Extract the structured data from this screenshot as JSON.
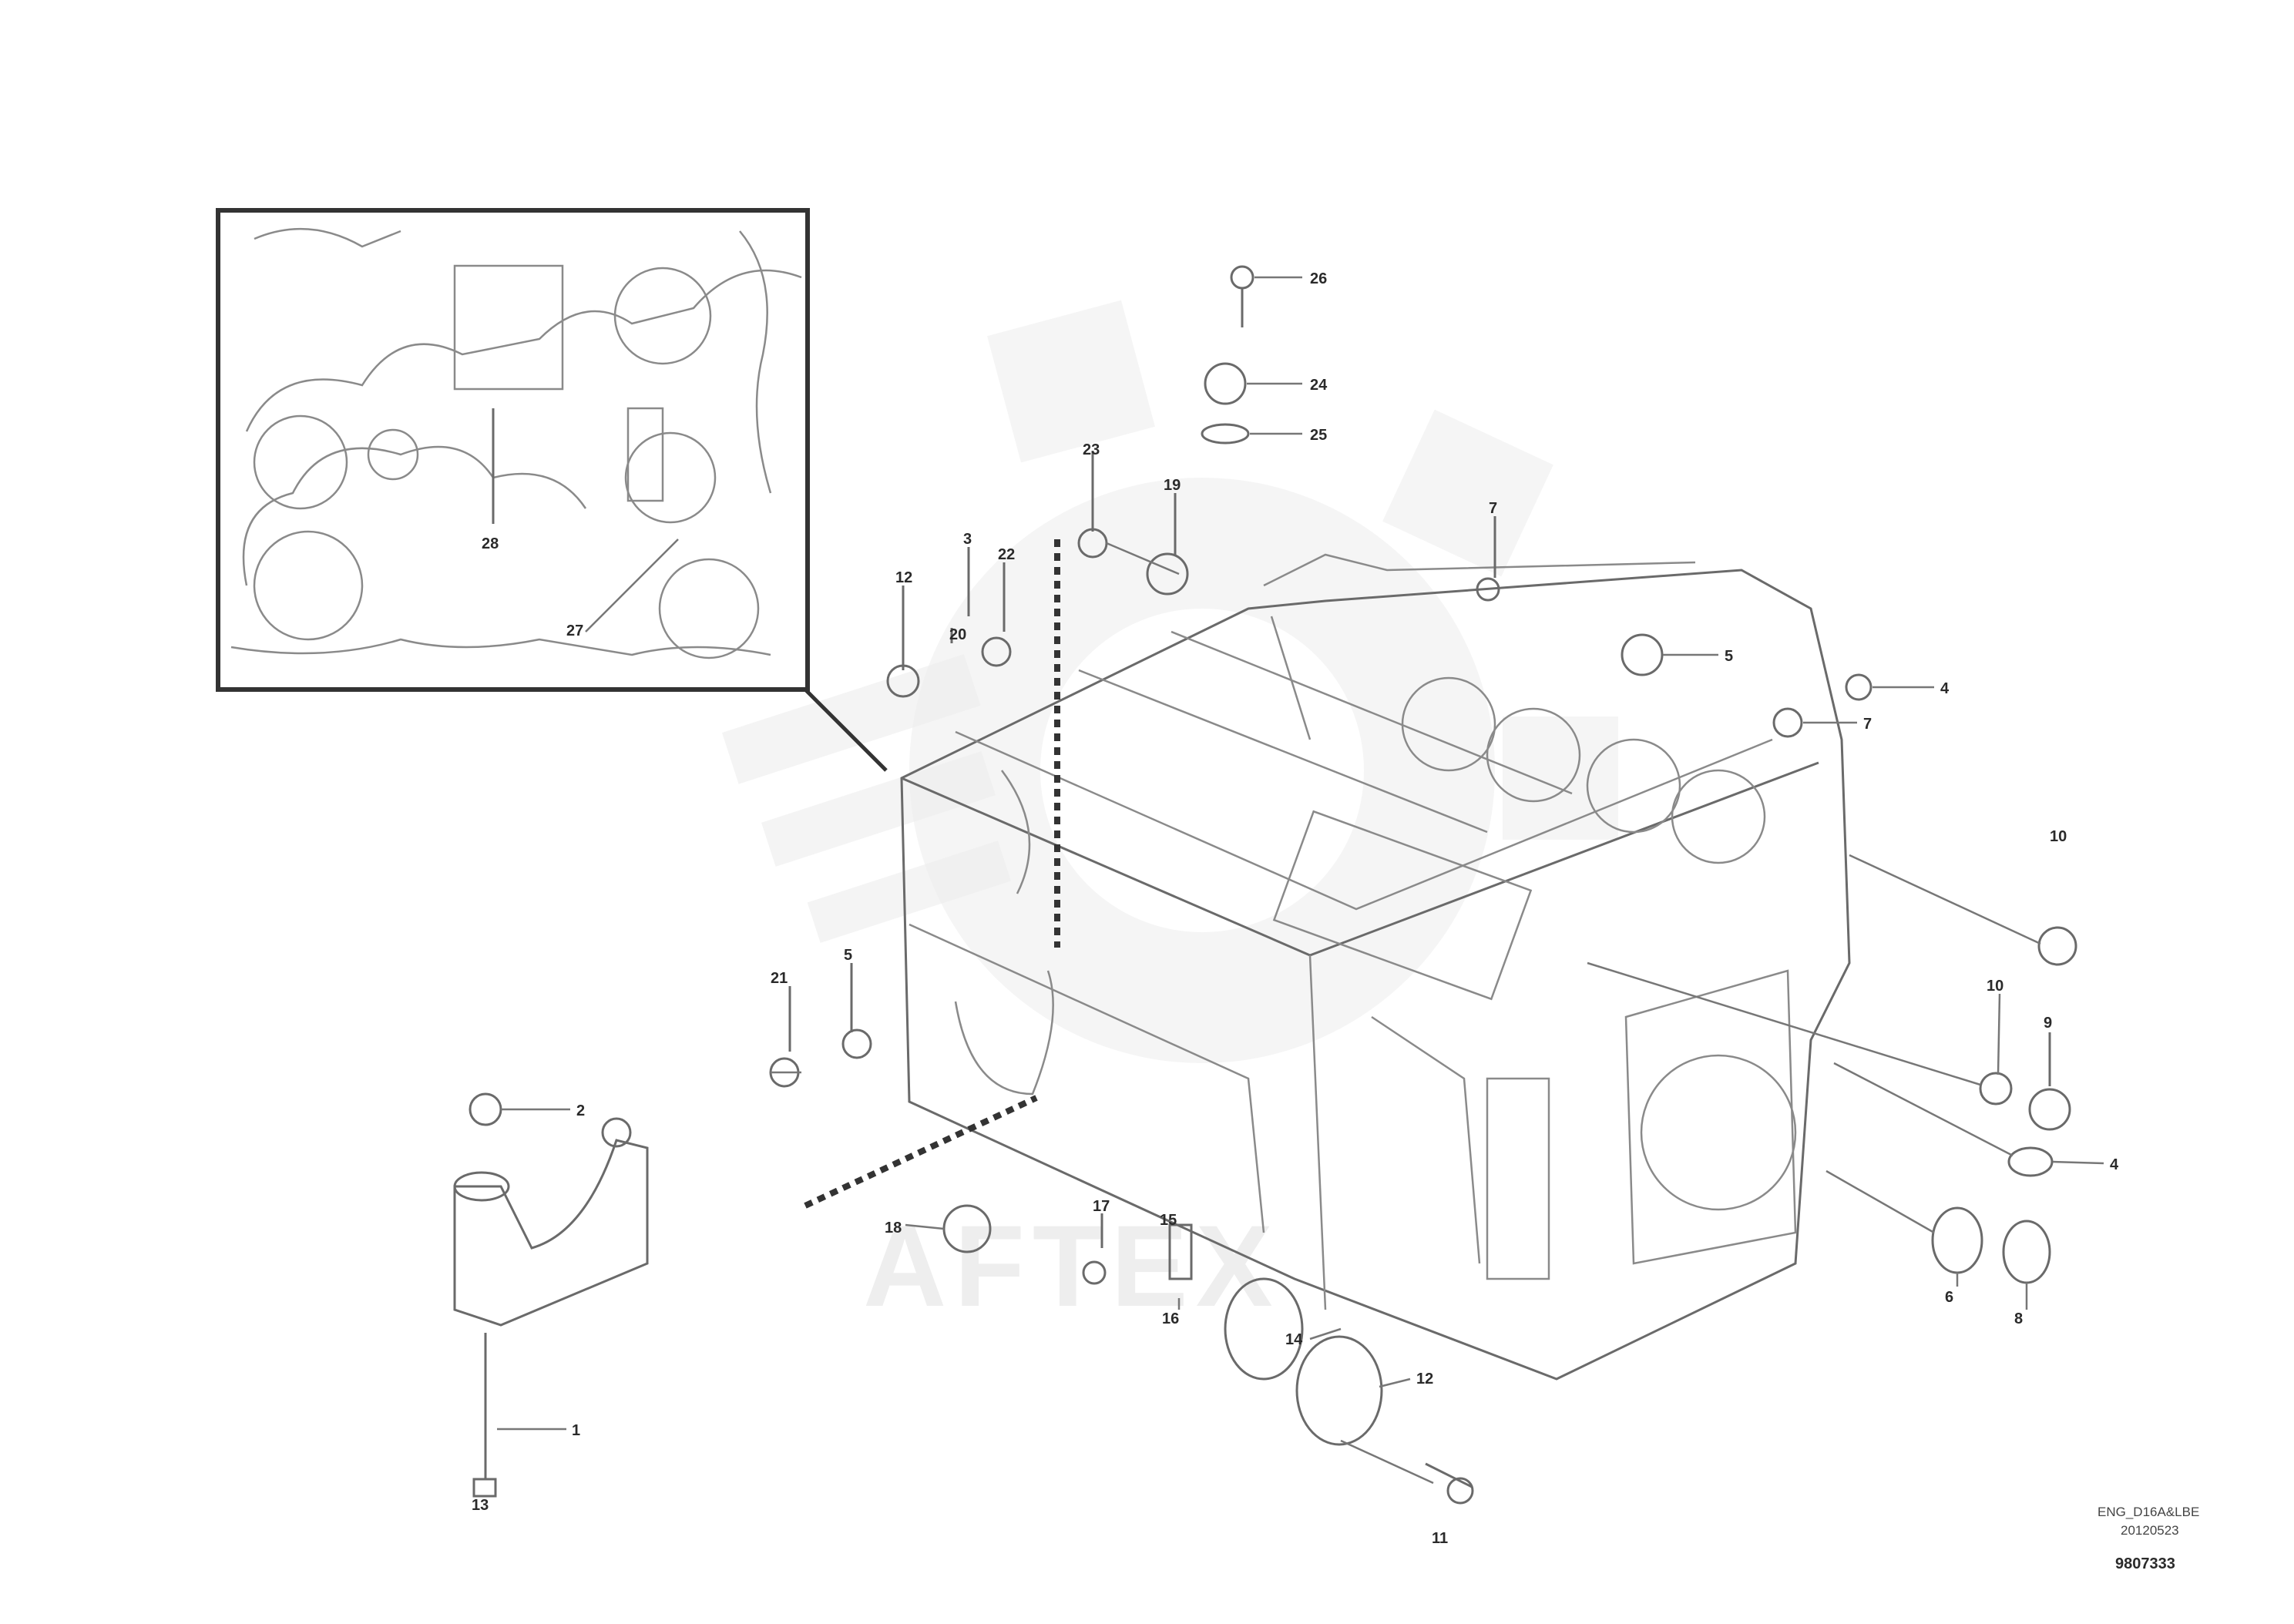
{
  "watermark": {
    "text": "AFTEX"
  },
  "labels": [
    {
      "id": "l1",
      "text": "26"
    },
    {
      "id": "l2",
      "text": "24"
    },
    {
      "id": "l3",
      "text": "25"
    },
    {
      "id": "l4",
      "text": "23"
    },
    {
      "id": "l5",
      "text": "19"
    },
    {
      "id": "l6",
      "text": "7"
    },
    {
      "id": "l7",
      "text": "20"
    },
    {
      "id": "l8",
      "text": "3"
    },
    {
      "id": "l9",
      "text": "22"
    },
    {
      "id": "l10",
      "text": "12"
    },
    {
      "id": "l11",
      "text": "5"
    },
    {
      "id": "l12",
      "text": "4"
    },
    {
      "id": "l13",
      "text": "7"
    },
    {
      "id": "l14",
      "text": "10"
    },
    {
      "id": "l15",
      "text": "10"
    },
    {
      "id": "l16",
      "text": "9"
    },
    {
      "id": "l17",
      "text": "21"
    },
    {
      "id": "l18",
      "text": "5"
    },
    {
      "id": "l19",
      "text": "4"
    },
    {
      "id": "l20",
      "text": "2"
    },
    {
      "id": "l21",
      "text": "1"
    },
    {
      "id": "l22",
      "text": "13"
    },
    {
      "id": "l23",
      "text": "18"
    },
    {
      "id": "l24",
      "text": "17"
    },
    {
      "id": "l25",
      "text": "15"
    },
    {
      "id": "l26",
      "text": "16"
    },
    {
      "id": "l27",
      "text": "14"
    },
    {
      "id": "l28",
      "text": "12"
    },
    {
      "id": "l29",
      "text": "11"
    },
    {
      "id": "l30",
      "text": "6"
    },
    {
      "id": "l31",
      "text": "8"
    },
    {
      "id": "l32",
      "text": "27"
    },
    {
      "id": "l33",
      "text": "28"
    }
  ],
  "reference": {
    "line1": "ENG_D16A&LBE",
    "line2": "20120523",
    "code": "9807333"
  }
}
